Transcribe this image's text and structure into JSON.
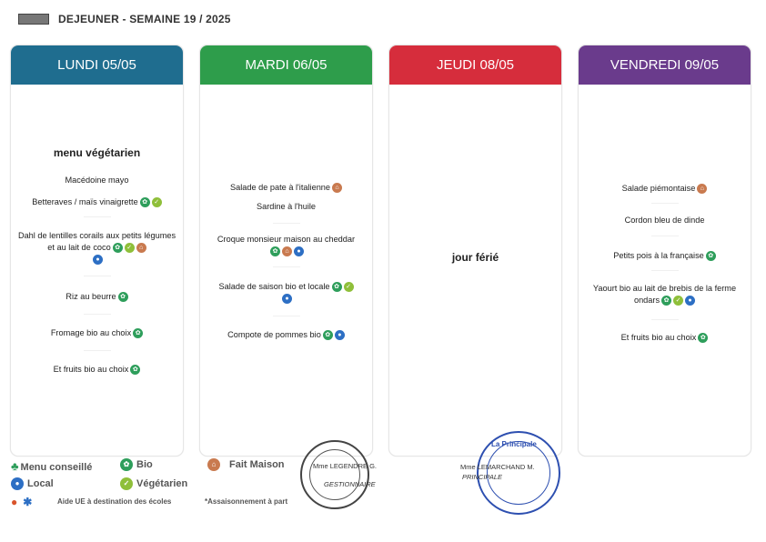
{
  "header": {
    "title": "DEJEUNER - SEMAINE 19 / 2025"
  },
  "colors": {
    "monday": "#1f6d8f",
    "tuesday": "#2e9d4b",
    "thursday": "#d62d3c",
    "friday": "#6a3b8c"
  },
  "days": [
    {
      "label": "LUNDI 05/05"
    },
    {
      "label": "MARDI 06/05"
    },
    {
      "label": "JEUDI 08/05"
    },
    {
      "label": "VENDREDI 09/05"
    }
  ],
  "monday": {
    "theme": "menu végétarien",
    "items": [
      "Macédoine mayo",
      "Betteraves / maïs vinaigrette",
      "Dahl de lentilles corails aux petits légumes et au lait de coco",
      "Riz au beurre",
      "Fromage bio au choix",
      "Et fruits bio au choix"
    ]
  },
  "tuesday": {
    "items": [
      "Salade de pate à l'italienne",
      "Sardine à l'huile",
      "Croque monsieur maison au cheddar",
      "Salade de saison bio et locale",
      "Compote de pommes bio"
    ]
  },
  "thursday": {
    "holiday": "jour férié"
  },
  "friday": {
    "items": [
      "Salade piémontaise",
      "Cordon bleu de dinde",
      "Petits pois à la française",
      "Yaourt bio au lait de brebis de la ferme ondars",
      "Et fruits bio au choix"
    ]
  },
  "legend": {
    "menu_conseille": "Menu conseillé",
    "bio": "Bio",
    "fait_maison": "Fait Maison",
    "local": "Local",
    "vegetarien": "Végétarien",
    "aide_ue": "Aide UE à destination des écoles",
    "assaisonnement": "*Assaisonnement à part"
  },
  "signatures": {
    "left_name": "Mme LEGENDRE G.",
    "left_role": "GESTIONNAIRE",
    "right_name": "Mme LEMARCHAND M.",
    "right_role": "PRINCIPALE",
    "stamp_text": "La Principale"
  }
}
